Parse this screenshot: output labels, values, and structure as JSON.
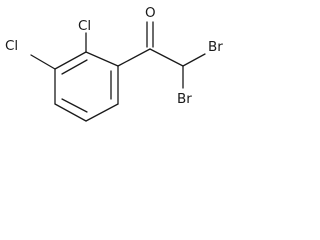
{
  "molecule": {
    "atoms": {
      "cl_ring_2": "Cl",
      "cl_ring_3": "Cl",
      "carbonyl_o": "O",
      "br_upper": "Br",
      "br_lower": "Br"
    }
  }
}
